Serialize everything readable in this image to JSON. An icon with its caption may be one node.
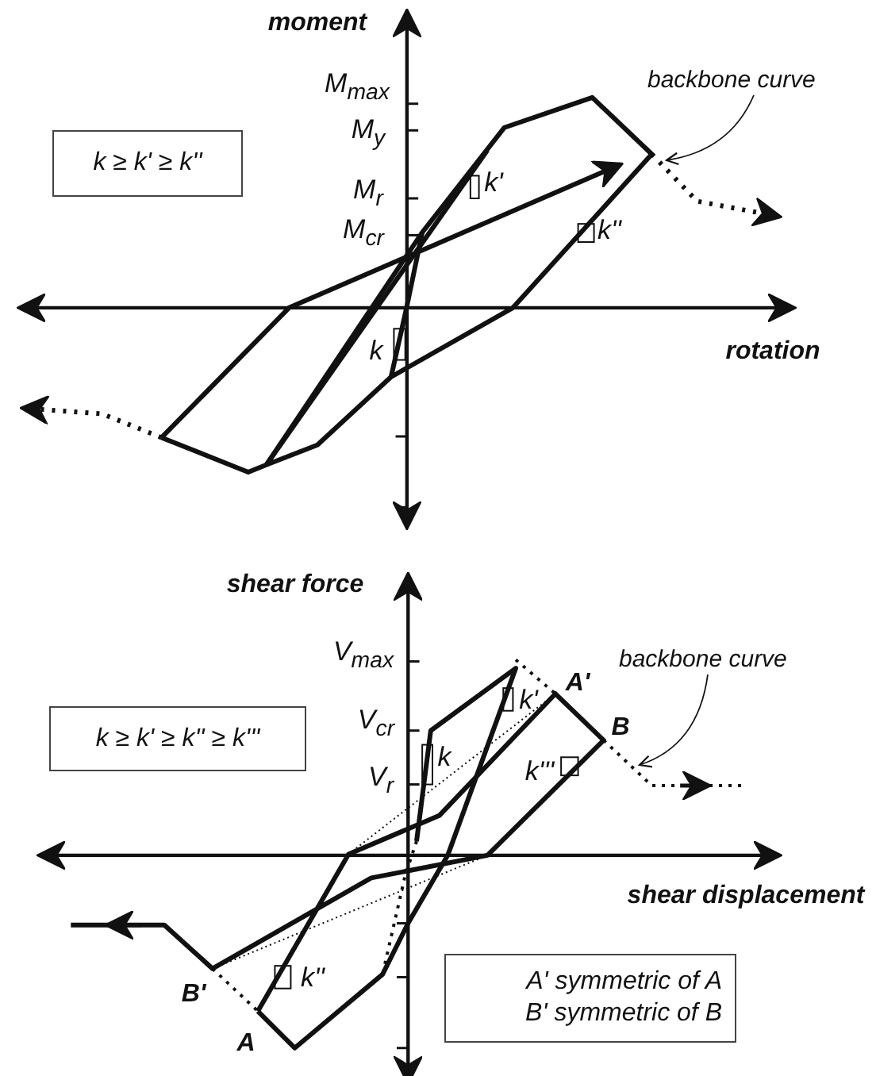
{
  "diagram": {
    "nodes": [
      {
        "text": [
          "backbone curve"
        ]
      },
      {
        "text": [
          "k ≥ k' ≥ k''"
        ]
      },
      {
        "text": [
          "backbone curve"
        ]
      },
      {
        "text": [
          "k ≥ k' ≥ k'' ≥ k'''"
        ]
      },
      {
        "text": [
          "A' symmetric of A",
          "B' symmetric of B"
        ]
      }
    ],
    "edges": [
      {
        "from": 0,
        "to": null,
        "arrow": "to"
      },
      {
        "from": 2,
        "to": null,
        "arrow": "to"
      }
    ],
    "labels": [
      "moment",
      "M$_{max}$",
      "M$_{y}$",
      "M$_{r}$",
      "k'",
      "M$_{cr}$",
      "k''",
      "k",
      "rotation",
      "shear force",
      "V$_{max}$",
      "A'",
      "k'",
      "V$_{cr}$",
      "B",
      "k",
      "V$_{r}$",
      "k'''",
      "shear displacement",
      "k''",
      "B'",
      "A"
    ]
  }
}
